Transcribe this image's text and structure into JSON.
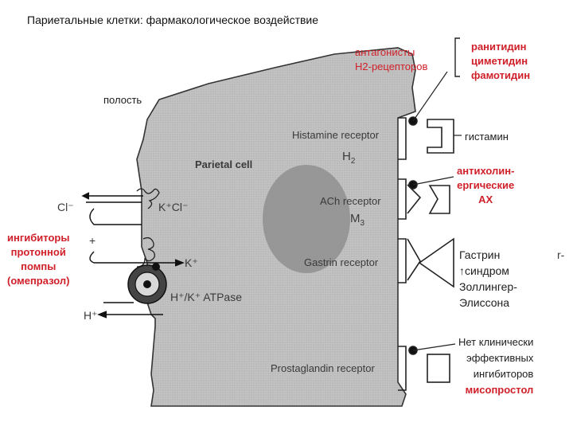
{
  "title": "Париетальные клетки: фармакологическое воздействие",
  "lumen_label": "полость",
  "cell": {
    "name": "Parietal cell",
    "histamine_receptor": "Histamine receptor",
    "h2": "H",
    "h2_sub": "2",
    "ach_receptor": "ACh receptor",
    "m3": "M",
    "m3_sub": "3",
    "gastrin_receptor": "Gastrin receptor",
    "prostaglandin_receptor": "Prostaglandin receptor",
    "atpase": "H⁺/K⁺ ATPase",
    "kcl": "K⁺Cl⁻",
    "cl": "Cl⁻",
    "k": "K⁺",
    "h": "H⁺",
    "plus": "+",
    "cut_text": "r-"
  },
  "annotations": {
    "h2_antagonists": [
      "антагонисты",
      "H2-рецепторов"
    ],
    "h2_drugs": [
      "ранитидин",
      "циметидин",
      "фамотидин"
    ],
    "histamine": "гистамин",
    "anticholinergic": [
      "антихолин-",
      "ергические",
      "АХ"
    ],
    "gastrin": [
      "Гастрин",
      "↑синдром",
      "Золлингер-",
      "Элиссона"
    ],
    "prostaglandin": [
      "Нет клинически",
      "эффективных",
      "ингибиторов"
    ],
    "misoprostol": "мисопростол",
    "ppi": [
      "ингибиторы",
      "протонной",
      "помпы",
      "(омепразол)"
    ]
  },
  "colors": {
    "accent": "#d0202a",
    "cell_fill": "#bdbdbd",
    "nucleus": "#8e8e8e",
    "text": "#222222"
  }
}
